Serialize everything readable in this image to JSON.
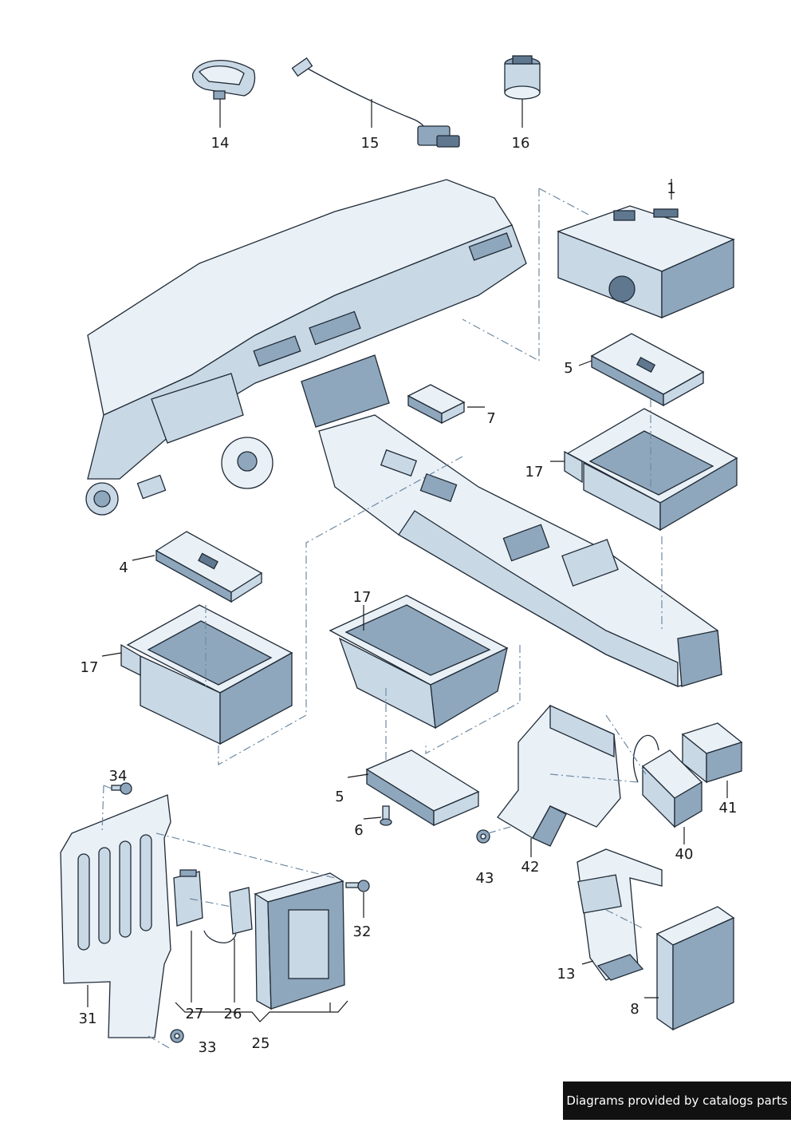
{
  "labels": {
    "p1": "1",
    "p4": "4",
    "p5a": "5",
    "p5b": "5",
    "p6": "6",
    "p7": "7",
    "p8": "8",
    "p13": "13",
    "p14": "14",
    "p15": "15",
    "p16": "16",
    "p17a": "17",
    "p17b": "17",
    "p17c": "17",
    "p25": "25",
    "p26": "26",
    "p27": "27",
    "p31": "31",
    "p32": "32",
    "p33": "33",
    "p34": "34",
    "p40": "40",
    "p41": "41",
    "p42": "42",
    "p43": "43"
  },
  "footer": {
    "credit": "Diagrams provided by catalogs parts"
  },
  "colors": {
    "part_light": "#e9f0f6",
    "part_mid": "#c9d8e5",
    "part_dark": "#8fa7bc",
    "outline": "#1f2a36",
    "dash_line": "#6f8aa3",
    "credit_bg": "#111111"
  }
}
